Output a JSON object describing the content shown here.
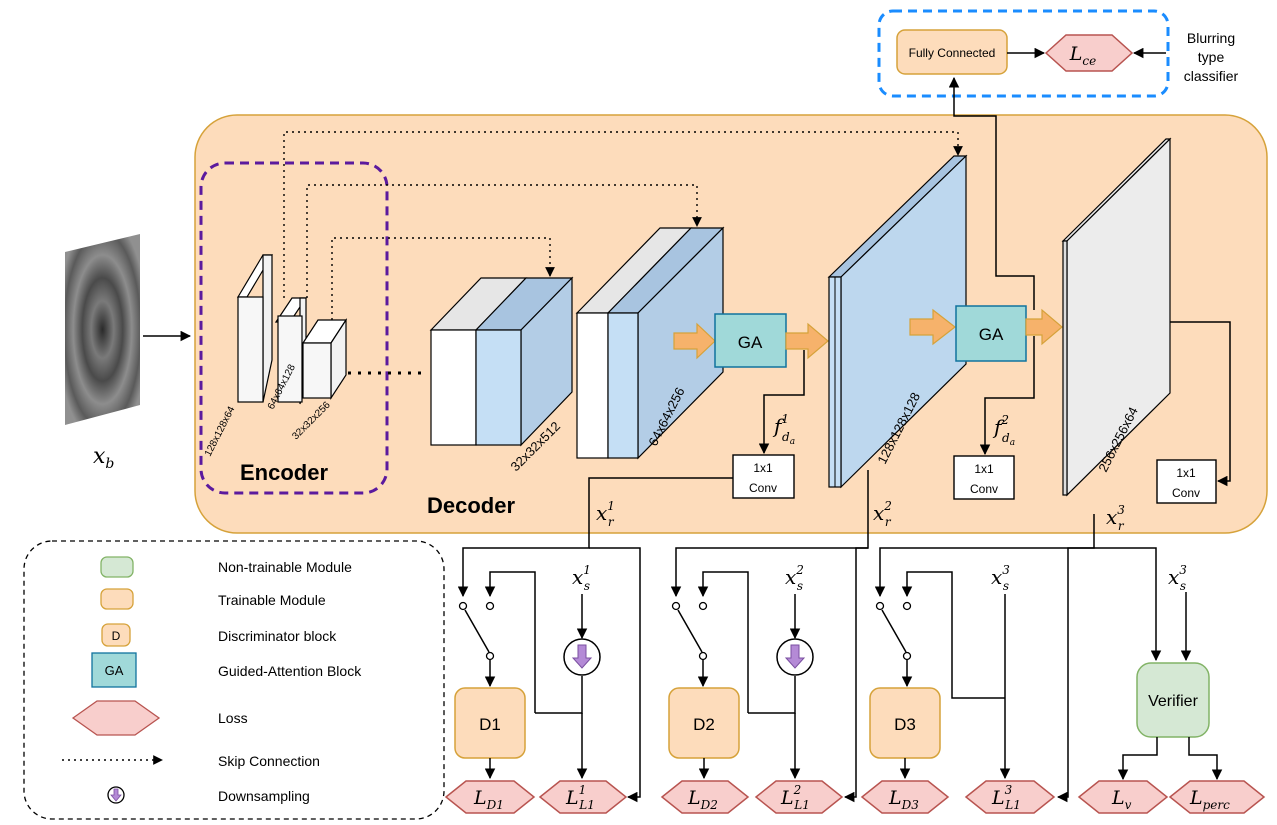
{
  "blocks": {
    "encoder": "Encoder",
    "decoder": "Decoder",
    "fully_connected": "Fully Connected",
    "ga1": "GA",
    "ga2": "GA",
    "d1": "D1",
    "d2": "D2",
    "d3": "D3",
    "verifier": "Verifier",
    "conv_top": "1x1",
    "conv_bottom": "Conv",
    "classifier_line1": "Blurring",
    "classifier_line2": "type",
    "classifier_line3": "classifier"
  },
  "dimensions": {
    "enc1": "128x128x64",
    "enc2": "64x64x128",
    "enc3": "32x32x256",
    "dec1": "32x32x512",
    "dec2": "64x64x256",
    "dec3": "128x128x128",
    "dec4": "256x256x64"
  },
  "math": {
    "input_base": "x",
    "input_sub": "b",
    "f_base": "f",
    "f_sub": "d",
    "f_subsub": "a",
    "f1_sup": "1",
    "f2_sup": "2",
    "xr_base": "x",
    "xr_sub": "r",
    "xs_base": "x",
    "xs_sub": "s",
    "sup1": "1",
    "sup2": "2",
    "sup3": "3",
    "lce_base": "L",
    "lce_sub": "ce",
    "ld1_base": "L",
    "ld1_sub": "D1",
    "ll1_1_base": "L",
    "ll1_1_sub": "L1",
    "ll1_1_sup": "1",
    "ld2_base": "L",
    "ld2_sub": "D2",
    "ll1_2_base": "L",
    "ll1_2_sub": "L1",
    "ll1_2_sup": "2",
    "ld3_base": "L",
    "ld3_sub": "D3",
    "ll1_3_base": "L",
    "ll1_3_sub": "L1",
    "ll1_3_sup": "3",
    "lv_base": "L",
    "lv_sub": "v",
    "lperc_base": "L",
    "lperc_sub": "perc"
  },
  "legend": [
    {
      "symbol": "",
      "label": "Non-trainable Module"
    },
    {
      "symbol": "",
      "label": "Trainable Module"
    },
    {
      "symbol": "D",
      "label": "Discriminator block"
    },
    {
      "symbol": "GA",
      "label": "Guided-Attention Block"
    },
    {
      "symbol": "",
      "label": "Loss"
    },
    {
      "symbol": "",
      "label": "Skip Connection"
    },
    {
      "symbol": "",
      "label": "Downsampling"
    }
  ],
  "colors": {
    "trainable": "#fddcbb",
    "trainable_border": "#d6a23a",
    "nontrainable": "#d5e8d4",
    "nontrainable_border": "#82b366",
    "ga": "#a0d9d9",
    "ga_border": "#10739e",
    "loss": "#f8cecc",
    "loss_border": "#b85450",
    "feature": "#bdd7ee",
    "encoder_border": "#5b1a9e",
    "classifier_border": "#1a8cff",
    "downsample": "#b48ad6"
  }
}
